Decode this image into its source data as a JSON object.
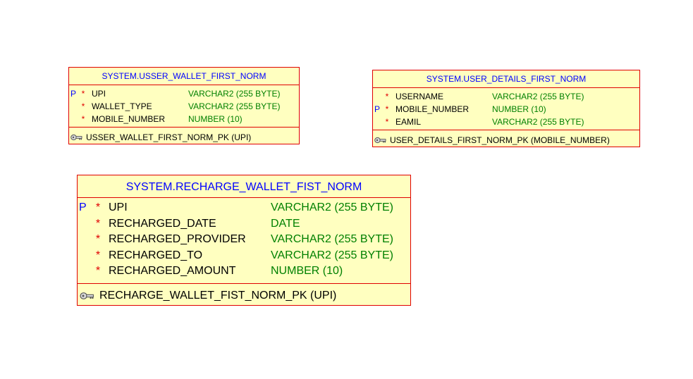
{
  "tables": [
    {
      "name": "SYSTEM.USSER_WALLET_FIRST_NORM",
      "columns": [
        {
          "pk": "P",
          "req": "*",
          "name": "UPI",
          "type": "VARCHAR2 (255 BYTE)"
        },
        {
          "pk": "",
          "req": "*",
          "name": "WALLET_TYPE",
          "type": "VARCHAR2 (255 BYTE)"
        },
        {
          "pk": "",
          "req": "*",
          "name": "MOBILE_NUMBER",
          "type": "NUMBER (10)"
        }
      ],
      "key": "USSER_WALLET_FIRST_NORM_PK (UPI)"
    },
    {
      "name": "SYSTEM.USER_DETAILS_FIRST_NORM",
      "columns": [
        {
          "pk": "",
          "req": "*",
          "name": "USERNAME",
          "type": "VARCHAR2 (255 BYTE)"
        },
        {
          "pk": "P",
          "req": "*",
          "name": "MOBILE_NUMBER",
          "type": "NUMBER (10)"
        },
        {
          "pk": "",
          "req": "*",
          "name": "EAMIL",
          "type": "VARCHAR2 (255 BYTE)"
        }
      ],
      "key": "USER_DETAILS_FIRST_NORM_PK (MOBILE_NUMBER)"
    },
    {
      "name": "SYSTEM.RECHARGE_WALLET_FIST_NORM",
      "columns": [
        {
          "pk": "P",
          "req": "*",
          "name": "UPI",
          "type": "VARCHAR2 (255 BYTE)"
        },
        {
          "pk": "",
          "req": "*",
          "name": "RECHARGED_DATE",
          "type": "DATE"
        },
        {
          "pk": "",
          "req": "*",
          "name": "RECHARGED_PROVIDER",
          "type": "VARCHAR2 (255 BYTE)"
        },
        {
          "pk": "",
          "req": "*",
          "name": "RECHARGED_TO",
          "type": "VARCHAR2 (255 BYTE)"
        },
        {
          "pk": "",
          "req": "*",
          "name": "RECHARGED_AMOUNT",
          "type": "NUMBER (10)"
        }
      ],
      "key": "RECHARGE_WALLET_FIST_NORM_PK (UPI)"
    }
  ],
  "colors": {
    "border": "#e00000",
    "fill": "#ffffc0",
    "table_name": "#0000ff",
    "data_type": "#008000",
    "pk_marker": "#0000ff",
    "required_marker": "#e00000"
  },
  "icons": {
    "key": "key-icon"
  }
}
